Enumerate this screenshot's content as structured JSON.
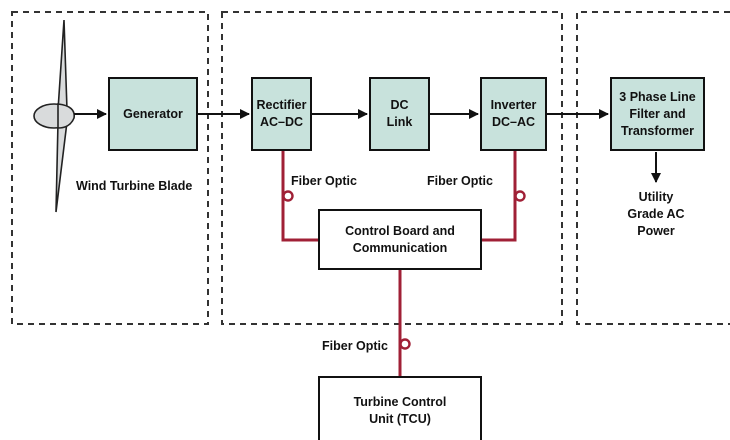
{
  "colors": {
    "box_fill": "#c8e2dc",
    "box_border": "#111111",
    "fiber_line": "#a02036",
    "arrow": "#111111",
    "zone_border": "#333333",
    "blade_fill": "#d9dbdc"
  },
  "blocks": {
    "generator": "Generator",
    "rectifier": "Rectifier\nAC–DC",
    "dc_link": "DC\nLink",
    "inverter": "Inverter\nDC–AC",
    "filter": "3 Phase Line\nFilter and\nTransformer",
    "control_board": "Control Board and\nCommunication",
    "tcu": "Turbine Control\nUnit (TCU)"
  },
  "labels": {
    "blade": "Wind Turbine Blade",
    "fiber_left": "Fiber Optic",
    "fiber_right": "Fiber Optic",
    "fiber_bottom": "Fiber Optic",
    "utility": "Utility\nGrade AC\nPower"
  },
  "icons": {
    "blade": "wind-turbine-blade-icon",
    "fiber_connector": "fiber-connector-icon",
    "arrowhead": "arrowhead-icon"
  }
}
